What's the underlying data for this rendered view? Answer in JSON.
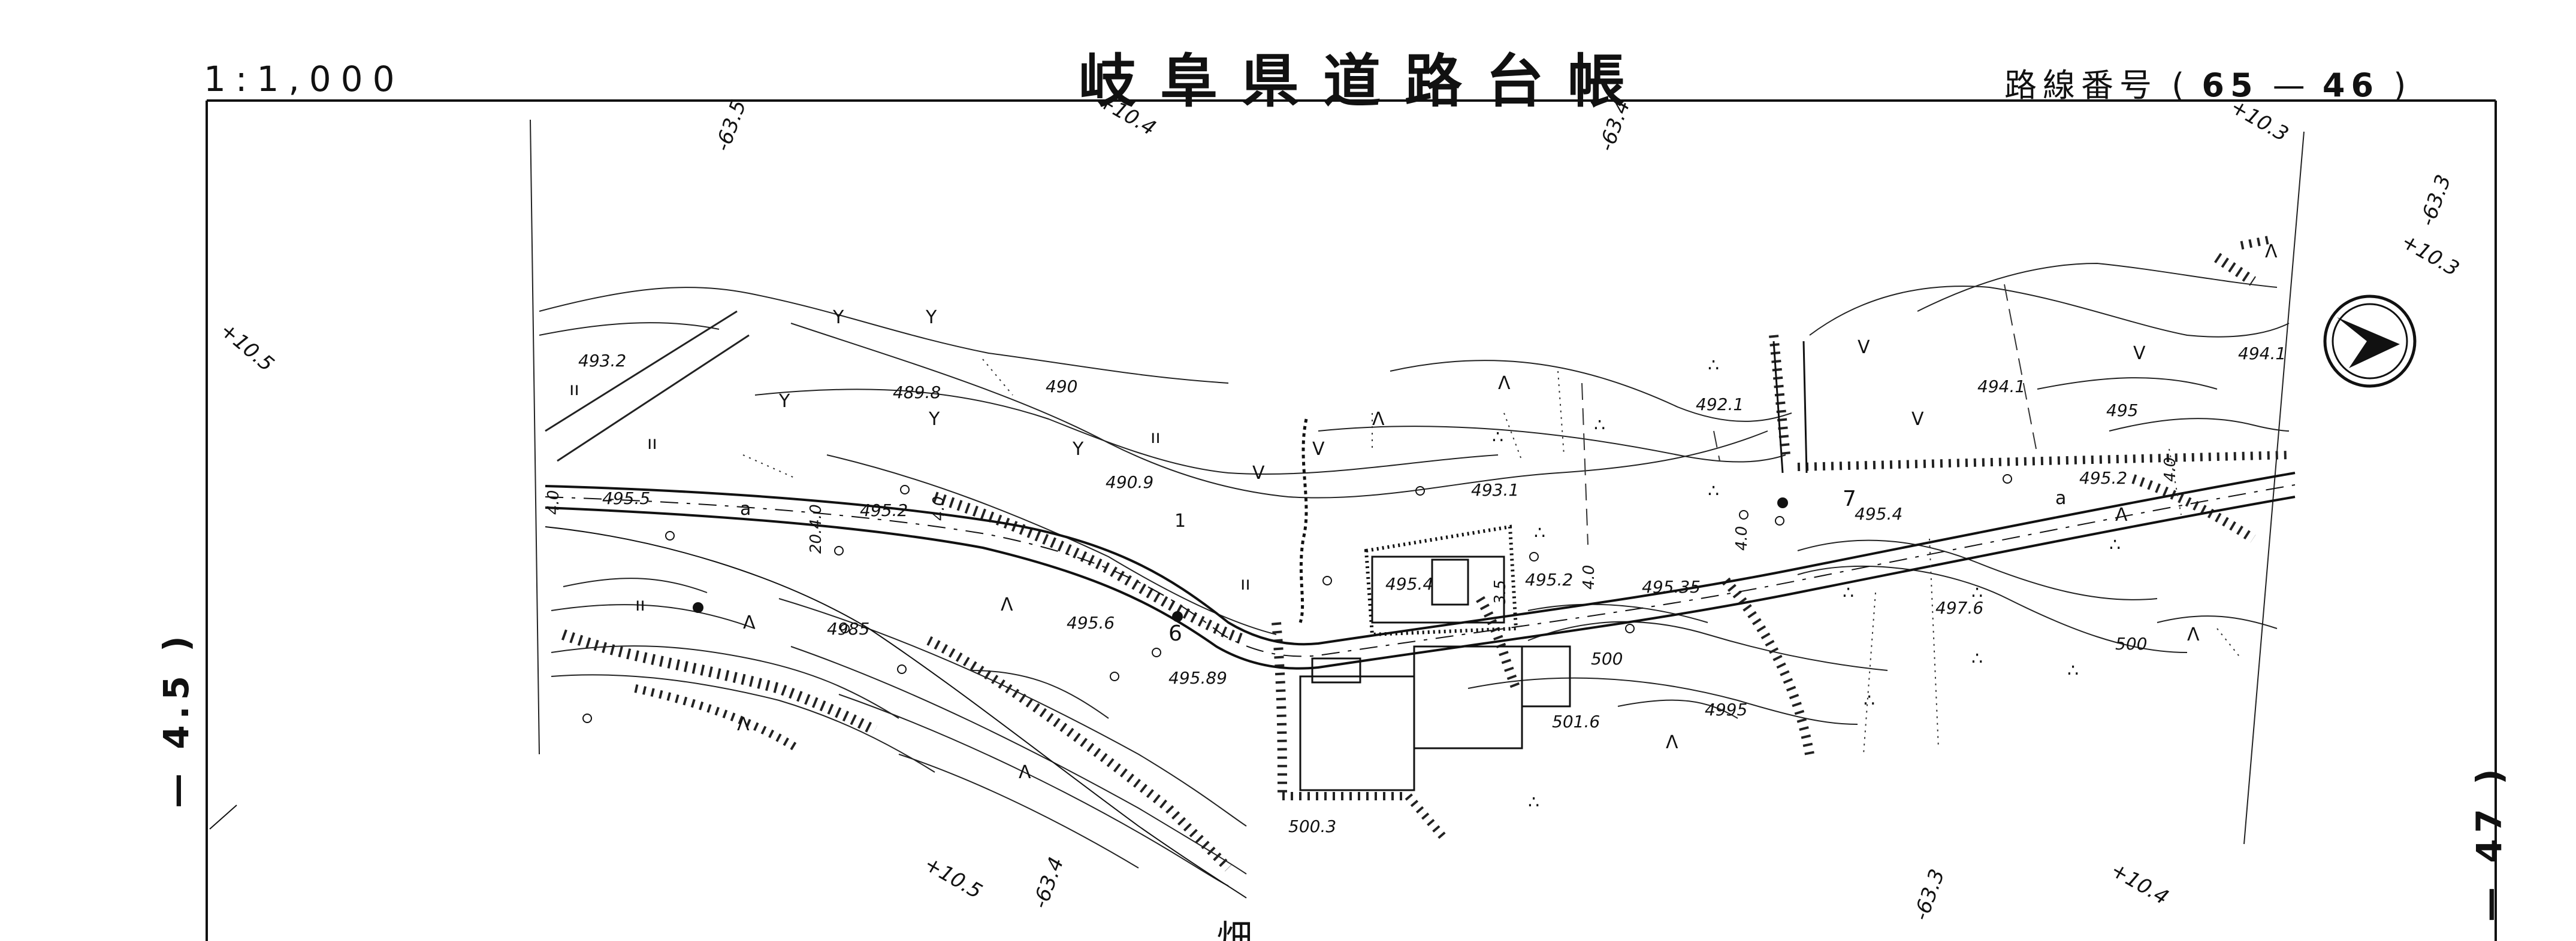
{
  "header": {
    "scale": "1:1,000",
    "title": "岐阜県道路台帳",
    "route_label": "路線番号",
    "route_paren_open": "(",
    "route_first": "65",
    "route_dash": "—",
    "route_second": "46",
    "route_paren_close": ")"
  },
  "sheet_refs": {
    "left": "— 4.5 )",
    "right": "— 47 )"
  },
  "grid_labels": {
    "top_1": "-63.5",
    "top_2": "+10.4",
    "top_3": "-63.4",
    "top_4": "+10.3",
    "right_1": "-63.3",
    "right_2": "+10.3",
    "left_1": "+10.5",
    "bottom_1": "+10.5",
    "bottom_2": "-63.4",
    "bottom_3": "-63.3",
    "bottom_4": "+10.4"
  },
  "elevations": {
    "e1": "493.2",
    "e2": "489.8",
    "e3": "490",
    "e4": "490.9",
    "e5": "493.1",
    "e6": "492.1",
    "e7": "494.1",
    "e8": "494.1",
    "e9": "495",
    "e10": "495.5",
    "e11": "495.2",
    "e12": "495.4",
    "e13": "495.2",
    "e14": "495.35",
    "e15": "495.4",
    "e16": "495.2",
    "e17": "4985",
    "e18": "495.6",
    "e19": "495.89",
    "e20": "500",
    "e21": "501.6",
    "e22": "4995",
    "e23": "497.6",
    "e24": "500",
    "e25": "500.3"
  },
  "road_widths": {
    "w1": "4.0",
    "w2": "20.4.0",
    "w3": "4.0",
    "w4": "3.5",
    "w5": "4.0",
    "w6": "4.0",
    "w7": "4.0"
  },
  "markers": {
    "m6": "6",
    "m7": "7",
    "road_a1": "a",
    "road_a2": "a"
  },
  "legend_marks": {
    "bottom_partial": "畑"
  },
  "north_arrow": "north-arrow-icon"
}
